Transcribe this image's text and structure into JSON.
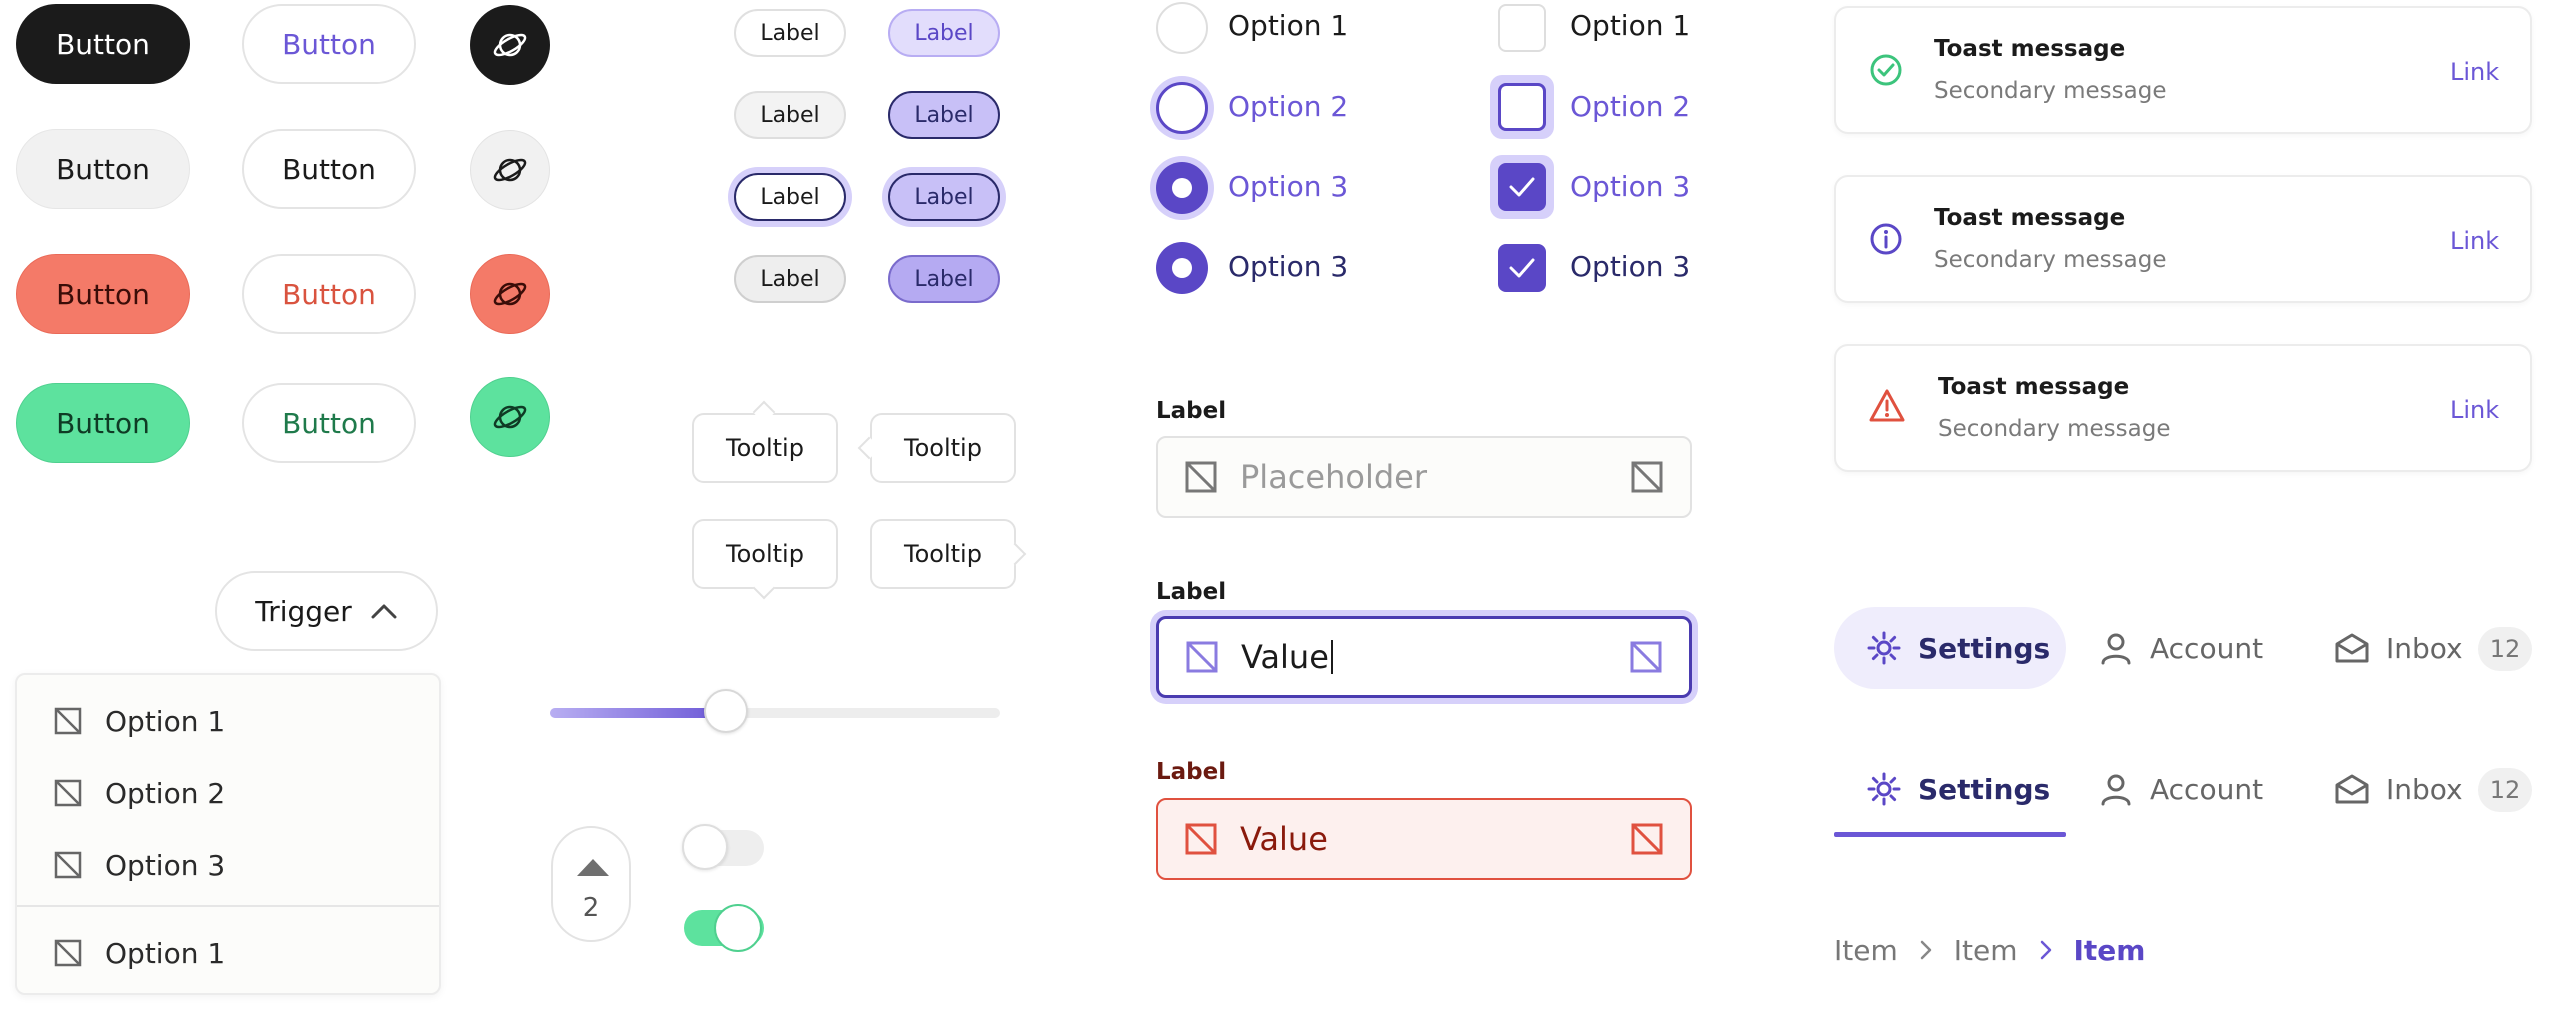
{
  "buttons": {
    "col1": [
      "Button",
      "Button",
      "Button",
      "Button"
    ],
    "col2": [
      "Button",
      "Button",
      "Button",
      "Button"
    ],
    "icon_buttons": [
      "planet-icon",
      "planet-icon",
      "planet-icon",
      "planet-icon"
    ]
  },
  "chips": {
    "left": [
      "Label",
      "Label",
      "Label",
      "Label"
    ],
    "right": [
      "Label",
      "Label",
      "Label",
      "Label"
    ]
  },
  "tooltips": [
    "Tooltip",
    "Tooltip",
    "Tooltip",
    "Tooltip"
  ],
  "dropdown": {
    "trigger": "Trigger",
    "items": [
      "Option 1",
      "Option 2",
      "Option 3"
    ],
    "footer_item": "Option 1"
  },
  "slider": {
    "value_fraction": 0.39
  },
  "stepper": {
    "value": "2"
  },
  "toggles": [
    {
      "on": false
    },
    {
      "on": true
    }
  ],
  "radios": [
    "Option 1",
    "Option 2",
    "Option 3",
    "Option 3"
  ],
  "checkboxes": [
    "Option 1",
    "Option 2",
    "Option 3",
    "Option 3"
  ],
  "fields": [
    {
      "label": "Label",
      "placeholder": "Placeholder",
      "value": "",
      "state": "default"
    },
    {
      "label": "Label",
      "placeholder": "",
      "value": "Value",
      "state": "focused"
    },
    {
      "label": "Label",
      "placeholder": "",
      "value": "Value",
      "state": "error"
    }
  ],
  "toasts": [
    {
      "title": "Toast message",
      "subtitle": "Secondary message",
      "link": "Link",
      "icon": "check-circle-icon",
      "color": "#3cc47c"
    },
    {
      "title": "Toast message",
      "subtitle": "Secondary message",
      "link": "Link",
      "icon": "info-circle-icon",
      "color": "#6b57d6"
    },
    {
      "title": "Toast message",
      "subtitle": "Secondary message",
      "link": "Link",
      "icon": "warning-triangle-icon",
      "color": "#e0513f"
    }
  ],
  "nav_pills": {
    "items": [
      "Settings",
      "Account",
      "Inbox"
    ],
    "badge": "12",
    "active": 0
  },
  "nav_tabs": {
    "items": [
      "Settings",
      "Account",
      "Inbox"
    ],
    "badge": "12",
    "active": 0
  },
  "breadcrumb": [
    "Item",
    "Item",
    "Item"
  ],
  "colors": {
    "accent": "#6b57d6",
    "accent_light": "#d9d3fa",
    "danger": "#f47a68",
    "success": "#5de29e",
    "dark": "#1b1b1b"
  }
}
